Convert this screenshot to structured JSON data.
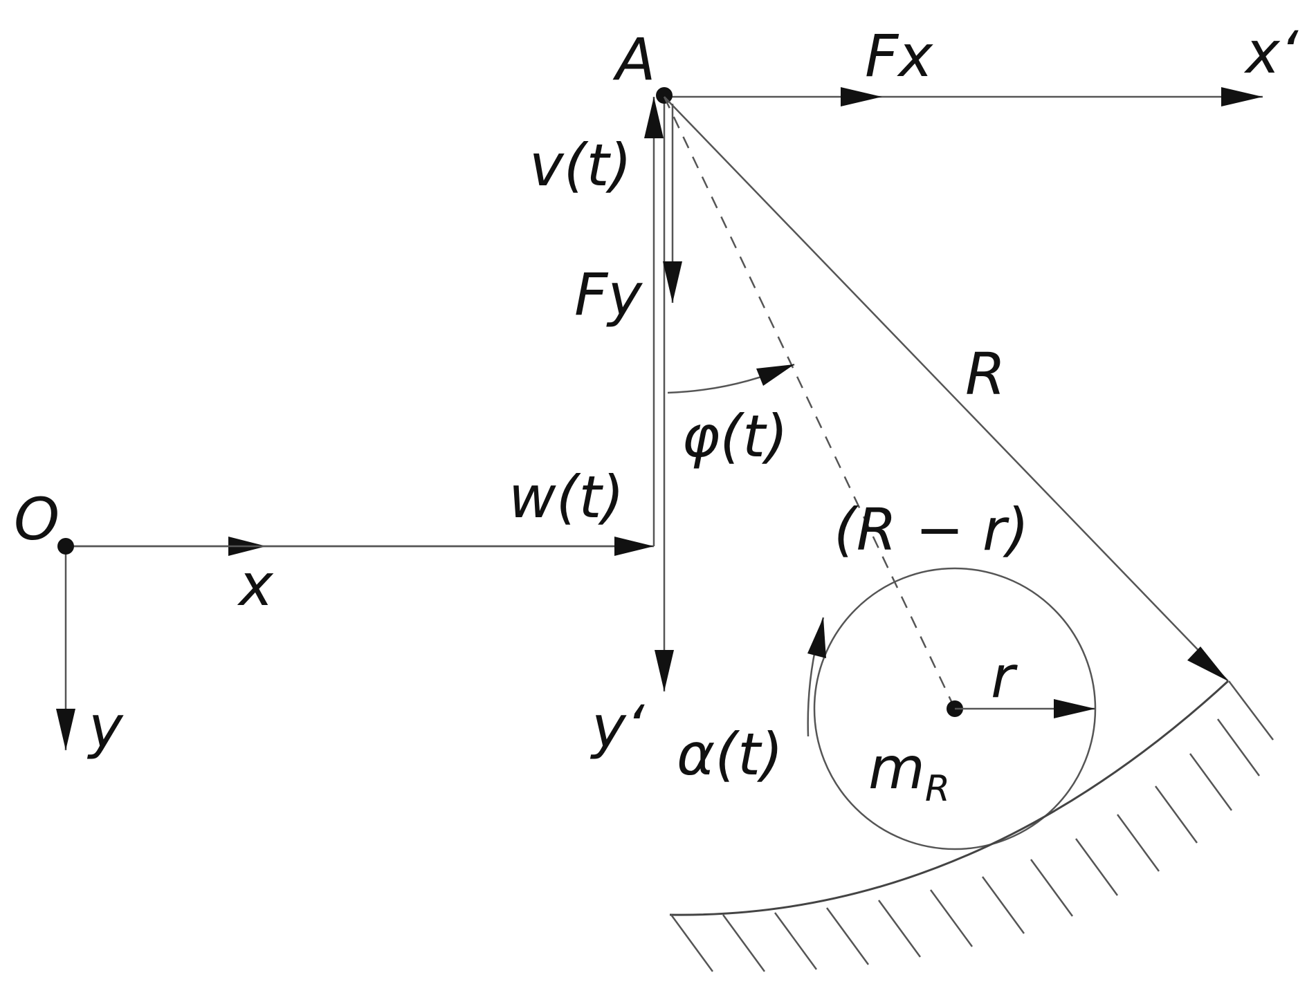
{
  "labels": {
    "origin": "O",
    "x": "x",
    "y": "y",
    "point_a": "A",
    "fx": "Fx",
    "x_prime": "x‘",
    "y_prime": "y‘",
    "v": "v(t)",
    "fy": "Fy",
    "w": "w(t)",
    "phi": "φ(t)",
    "big_r": "R",
    "r_minus": "(R − r)",
    "small_r": "r",
    "alpha": "α(t)",
    "mass": "m",
    "mass_sub": "R"
  },
  "colors": {
    "ink": "#111111",
    "line": "#555555"
  }
}
